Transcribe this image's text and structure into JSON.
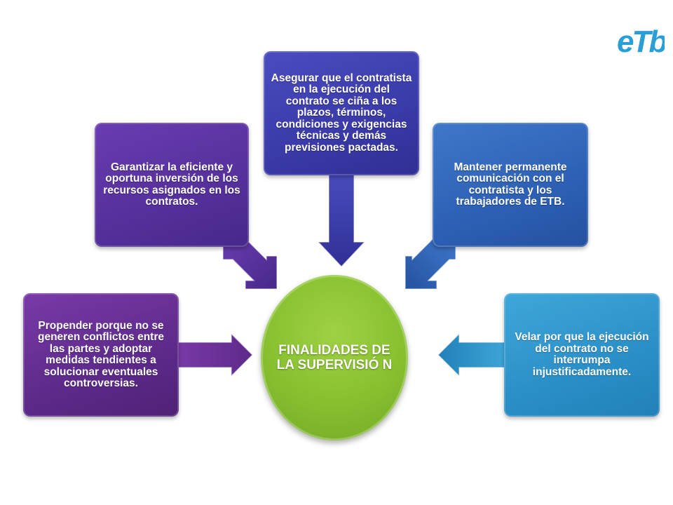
{
  "center": {
    "label": "FINALIDADES DE LA SUPERVISIÓ N"
  },
  "boxes": [
    {
      "text": "Propender porque no se generen conflictos entre las partes y adoptar medidas tendientes a solucionar eventuales controversias."
    },
    {
      "text": "Garantizar la eficiente y oportuna inversión de los recursos asignados en los contratos."
    },
    {
      "text": "Asegurar que el contratista en la ejecución del contrato se ciña a los plazos, términos, condiciones y exigencias técnicas y demás previsiones pactadas."
    },
    {
      "text": "Mantener permanente comunicación con el contratista y los trabajadores de ETB."
    },
    {
      "text": "Velar por que la ejecución del contrato no se interrumpa injustificadamente."
    }
  ],
  "logo": {
    "text": "eTb",
    "color": "#2a9fd6"
  },
  "colors": {
    "center": "#86c02f",
    "box_1": "#5d2a8a",
    "box_2": "#55309b",
    "box_3": "#3a3aa8",
    "box_4": "#2d60b4",
    "box_5": "#2b8fc7"
  }
}
